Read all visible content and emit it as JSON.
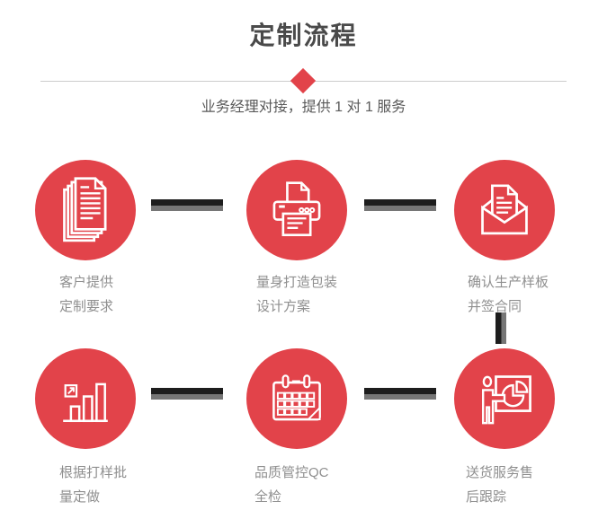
{
  "header": {
    "title": "定制流程",
    "subtitle": "业务经理对接，提供 1 对 1 服务"
  },
  "colors": {
    "accent_red": "#e2434a",
    "title_gray": "#4a4a4a",
    "subtitle_gray": "#595959",
    "label_gray": "#8f8f8f",
    "divider_gray": "#cccccc",
    "connector_dark": "#1d1d1d",
    "connector_light": "#767676",
    "icon_white": "#ffffff"
  },
  "steps": [
    {
      "id": "customer-requirements",
      "icon": "documents-icon",
      "label": "客户提供\n定制要求"
    },
    {
      "id": "packaging-design",
      "icon": "printer-icon",
      "label": "量身打造包装\n设计方案"
    },
    {
      "id": "confirm-sample-contract",
      "icon": "envelope-icon",
      "label": "确认生产样板\n并签合同"
    },
    {
      "id": "batch-production",
      "icon": "bar-chart-icon",
      "label": "根据打样批\n量定做"
    },
    {
      "id": "quality-control",
      "icon": "calendar-icon",
      "label": "品质管控QC\n全检"
    },
    {
      "id": "delivery-aftersales",
      "icon": "presenter-icon",
      "label": "送货服务售\n后跟踪"
    }
  ]
}
